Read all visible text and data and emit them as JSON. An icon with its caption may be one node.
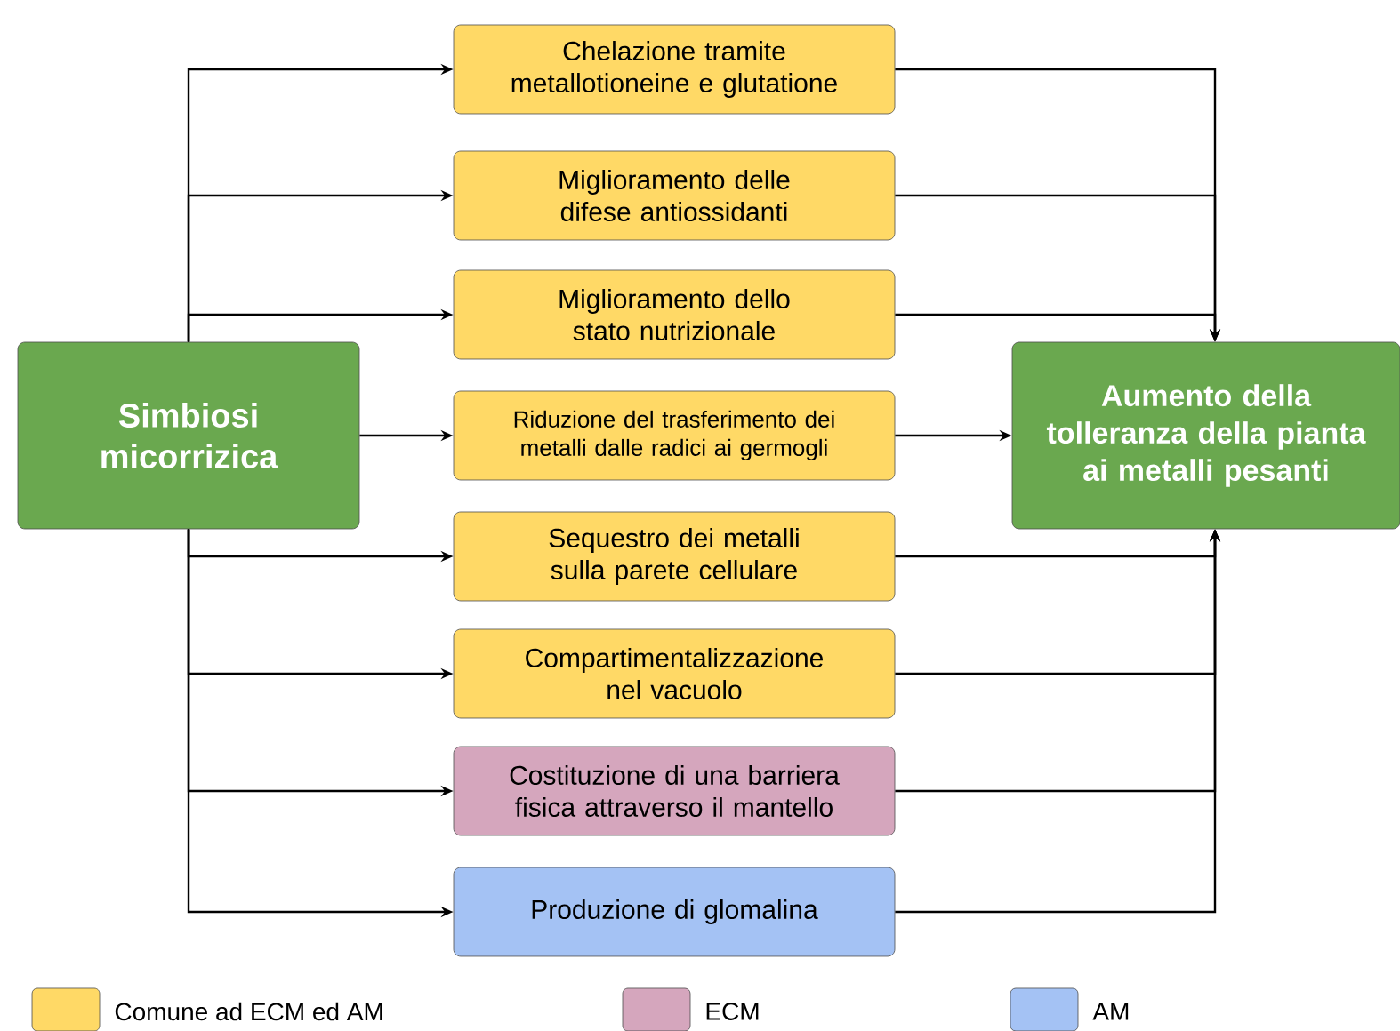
{
  "diagram": {
    "nodes": [
      {
        "text": [
          "Simbiosi micorrizica"
        ]
      },
      {
        "text": [
          "Chelazione tramite metallotioneine e glutatione"
        ]
      },
      {
        "text": [
          "Miglioramento delle difese antiossidanti"
        ]
      },
      {
        "text": [
          "Miglioramento dello stato nutrizionale"
        ]
      },
      {
        "text": [
          "Riduzione del trasferimento dei metalli dalle radici ai germogli"
        ]
      },
      {
        "text": [
          "Sequestro dei metalli sulla parete cellulare"
        ]
      },
      {
        "text": [
          "Compartimentalizzazione nel vacuolo"
        ]
      },
      {
        "text": [
          "Costituzione di una barriera fisica attraverso il mantello"
        ]
      },
      {
        "text": [
          "Produzione di glomalina"
        ]
      },
      {
        "text": [
          "Aumento della tolleranza della pianta ai metalli pesanti"
        ]
      }
    ],
    "edges": [
      {
        "from": 0,
        "to": 1,
        "arrow": "to"
      },
      {
        "from": 0,
        "to": 2,
        "arrow": "to"
      },
      {
        "from": 0,
        "to": 3,
        "arrow": "to"
      },
      {
        "from": 0,
        "to": 4,
        "arrow": "to"
      },
      {
        "from": 0,
        "to": 5,
        "arrow": "to"
      },
      {
        "from": 0,
        "to": 6,
        "arrow": "to"
      },
      {
        "from": 0,
        "to": 7,
        "arrow": "to"
      },
      {
        "from": 0,
        "to": 8,
        "arrow": "to"
      },
      {
        "from": 1,
        "to": 9,
        "arrow": "to"
      },
      {
        "from": 2,
        "to": 9,
        "arrow": "to"
      },
      {
        "from": 3,
        "to": 9,
        "arrow": "to"
      },
      {
        "from": 4,
        "to": 9,
        "arrow": "to"
      },
      {
        "from": 5,
        "to": 9,
        "arrow": "to"
      },
      {
        "from": 6,
        "to": 9,
        "arrow": "to"
      },
      {
        "from": 7,
        "to": 9,
        "arrow": "to"
      },
      {
        "from": 8,
        "to": 9,
        "arrow": "to"
      }
    ],
    "legend": [
      {
        "text": "Comune ad ECM ed AM",
        "color": "#ffd966"
      },
      {
        "text": "ECM",
        "color": "#d5a6bd"
      },
      {
        "text": "AM",
        "color": "#a4c2f4"
      }
    ]
  }
}
